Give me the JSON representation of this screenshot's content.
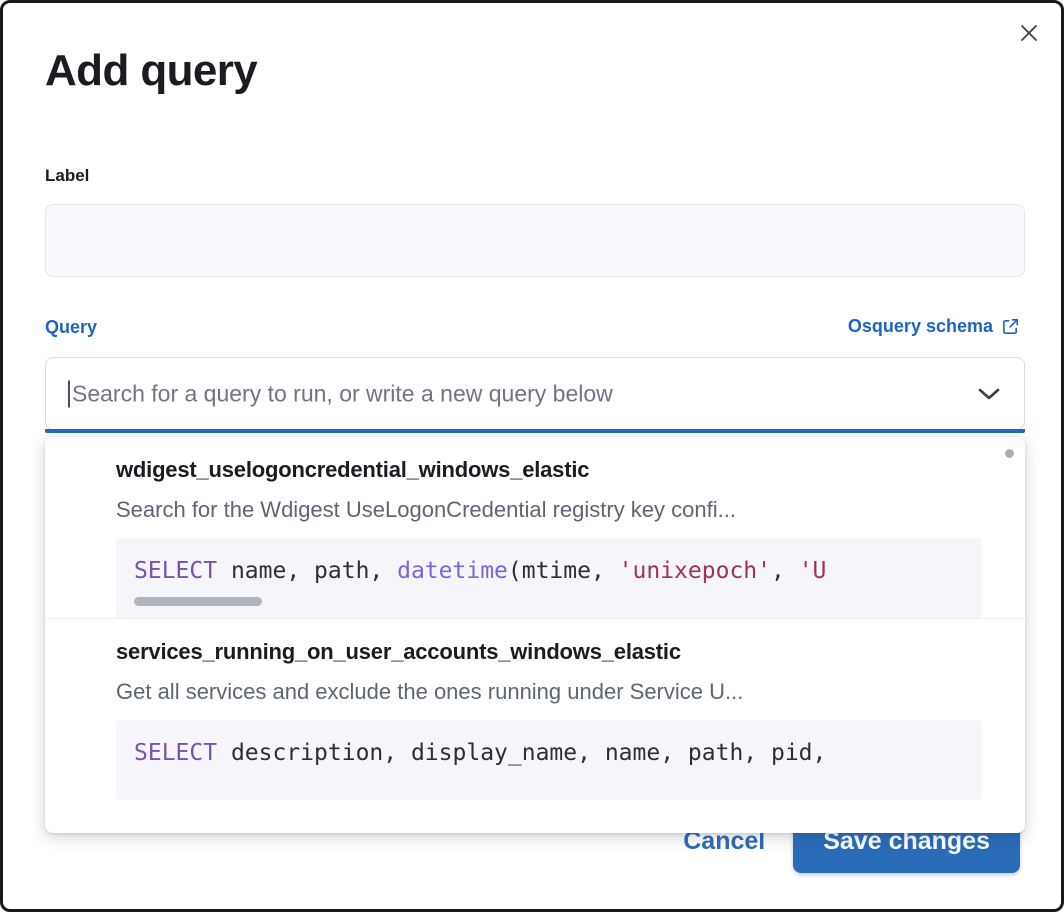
{
  "dialog": {
    "title": "Add query",
    "close_icon": "close-icon"
  },
  "label_field": {
    "label": "Label",
    "value": "",
    "placeholder": ""
  },
  "query_field": {
    "label": "Query",
    "schema_link": "Osquery schema",
    "schema_link_icon": "external-link-icon",
    "placeholder": "Search for a query to run, or write a new query below",
    "value": "",
    "chevron_icon": "chevron-down-icon"
  },
  "dropdown": {
    "options": [
      {
        "title": "wdigest_uselogoncredential_windows_elastic",
        "description": "Search for the Wdigest UseLogonCredential registry key confi...",
        "code_tokens": [
          {
            "text": "SELECT",
            "type": "keyword"
          },
          {
            "text": " name, path, ",
            "type": "plain"
          },
          {
            "text": "datetime",
            "type": "function"
          },
          {
            "text": "(mtime, ",
            "type": "plain"
          },
          {
            "text": "'unixepoch'",
            "type": "string"
          },
          {
            "text": ", ",
            "type": "plain"
          },
          {
            "text": "'U",
            "type": "string"
          }
        ],
        "has_scrollbar": true
      },
      {
        "title": "services_running_on_user_accounts_windows_elastic",
        "description": "Get all services and exclude the ones running under Service U...",
        "code_tokens": [
          {
            "text": "SELECT",
            "type": "keyword"
          },
          {
            "text": " description, display_name, name, path, pid,",
            "type": "plain"
          }
        ],
        "has_scrollbar": false
      }
    ]
  },
  "footer": {
    "cancel_label": "Cancel",
    "save_label": "Save changes"
  },
  "colors": {
    "accent_blue": "#1c64c4",
    "save_button": "#2a6cb8",
    "focus_bar": "#246bb8",
    "code_background": "#f5f5fa",
    "keyword": "#7a52b3",
    "function": "#7d66d9",
    "string": "#a03355"
  }
}
